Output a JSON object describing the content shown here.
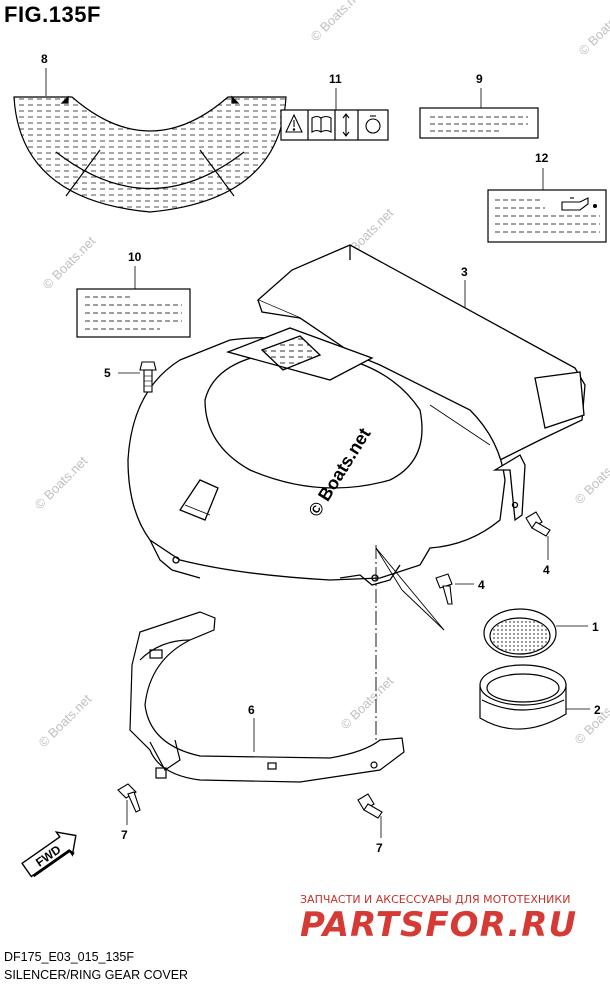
{
  "figure_title": "FIG.135F",
  "model_code": "DF175_E03_015_135F",
  "caption": "SILENCER/RING GEAR COVER",
  "watermark": "© Boats.net",
  "shop_tagline": "ЗАПЧАСТИ И АКСЕССУАРЫ ДЛЯ МОТОТЕХНИКИ",
  "shop_logo": "PARTSFOR.RU",
  "fwd_label": "FWD",
  "callouts": {
    "c1": "1",
    "c2": "2",
    "c3": "3",
    "c4a": "4",
    "c4b": "4",
    "c5": "5",
    "c6": "6",
    "c7a": "7",
    "c7b": "7",
    "c8": "8",
    "c9": "9",
    "c10": "10",
    "c11": "11",
    "c12": "12"
  },
  "colors": {
    "line": "#000000",
    "watermark": "#b8b8b8",
    "shop_red": "#d63a34"
  }
}
